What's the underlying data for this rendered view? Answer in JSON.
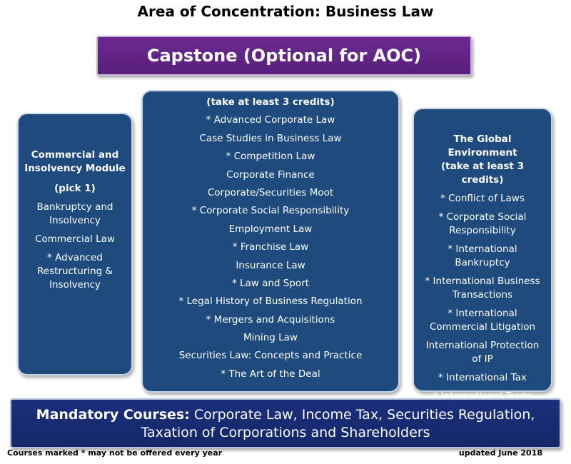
{
  "title": "Area of Concentration: Business Law",
  "capstone": "Capstone (Optional for AOC)",
  "left_box": {
    "header": "Commercial and Insolvency Module",
    "subheader": "(pick 1)",
    "items": [
      "Bankruptcy and Insolvency",
      "Commercial Law",
      "* Advanced Restructuring & Insolvency"
    ]
  },
  "center_box": {
    "header": "(take at least 3 credits)",
    "items": [
      "* Advanced Corporate Law",
      "Case Studies in Business Law",
      "* Competition Law",
      "Corporate Finance",
      "Corporate/Securities Moot",
      "* Corporate Social Responsibility",
      "Employment Law",
      "* Franchise Law",
      "Insurance Law",
      "* Law and Sport",
      "* Legal History of Business Regulation",
      "* Mergers and Acquisitions",
      "Mining Law",
      "Securities Law: Concepts and Practice",
      "* The Art of the Deal"
    ]
  },
  "right_box": {
    "header": "The Global Environment",
    "subheader": "(take at least 3 credits)",
    "items": [
      "* Conflict of Laws",
      "* Corporate Social Responsibility",
      "* International Bankruptcy",
      "* International Business Transactions",
      "* International Commercial Litigation",
      "International Protection of IP",
      "* International Tax",
      "* International Trade"
    ]
  },
  "mandatory": {
    "label": "Mandatory Courses:",
    "text": "Corporate Law, Income Tax, Securities Regulation, Taxation of Corporations and Shareholders"
  },
  "footnote": "Courses marked * may not be offered every year",
  "updated": "updated June 2018"
}
